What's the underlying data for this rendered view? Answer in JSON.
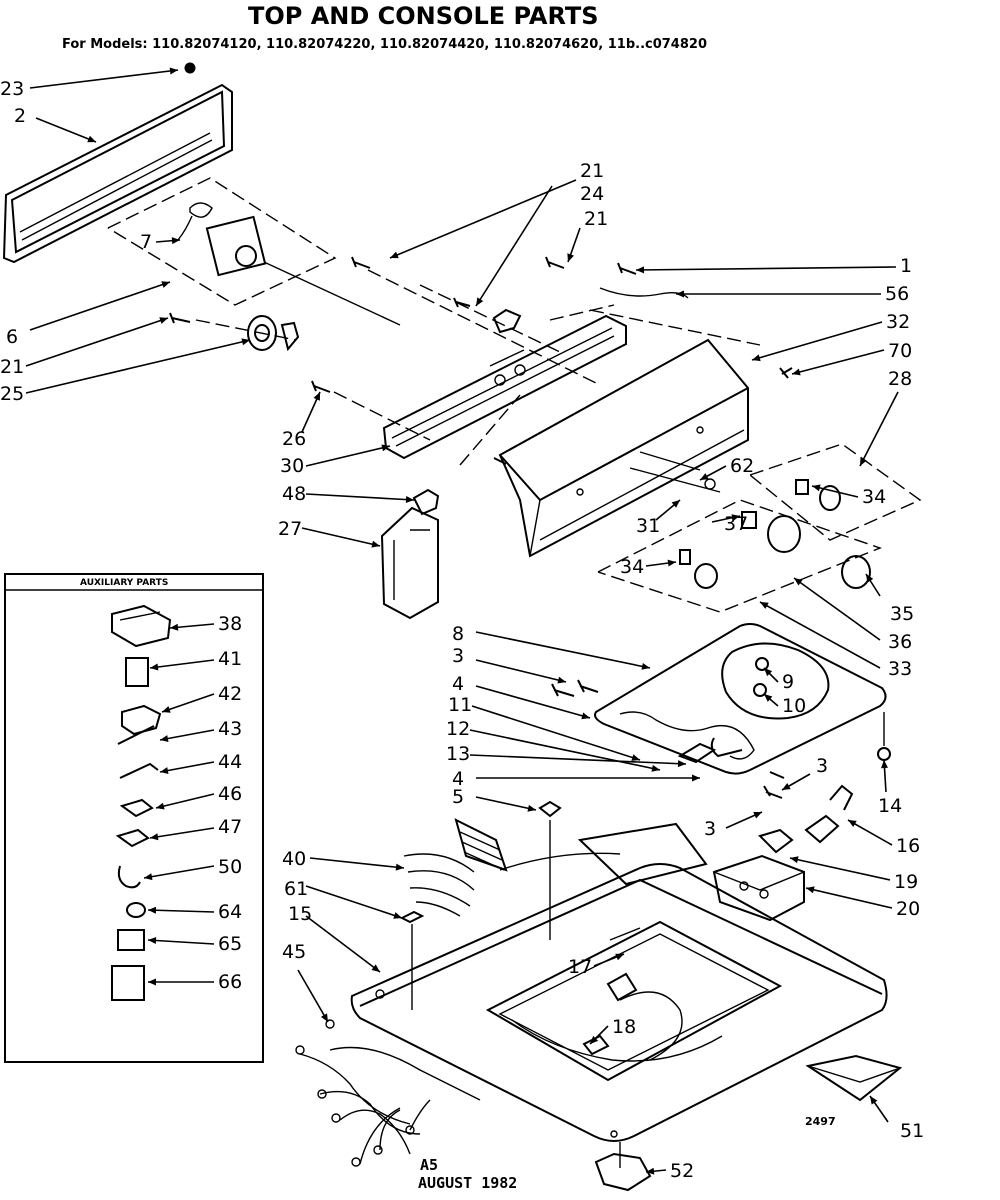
{
  "title": "TOP AND CONSOLE PARTS",
  "subtitle": "For Models: 110.82074120, 110.82074220, 110.82074420, 110.82074620, 11b..c074820",
  "auxiliary_box_title": "AUXILIARY PARTS",
  "footer": {
    "code": "A5",
    "date": "AUGUST 1982",
    "drawing_number": "2497"
  },
  "labels": [
    "23",
    "2",
    "21",
    "24",
    "21",
    "7",
    "1",
    "56",
    "6",
    "21",
    "25",
    "32",
    "70",
    "28",
    "26",
    "30",
    "62",
    "34",
    "48",
    "27",
    "31",
    "37",
    "34",
    "35",
    "36",
    "33",
    "8",
    "3",
    "9",
    "4",
    "10",
    "11",
    "12",
    "13",
    "4",
    "3",
    "14",
    "5",
    "3",
    "16",
    "19",
    "40",
    "20",
    "61",
    "15",
    "17",
    "45",
    "18",
    "51",
    "52",
    "38",
    "41",
    "42",
    "43",
    "44",
    "46",
    "47",
    "50",
    "64",
    "65",
    "66"
  ]
}
